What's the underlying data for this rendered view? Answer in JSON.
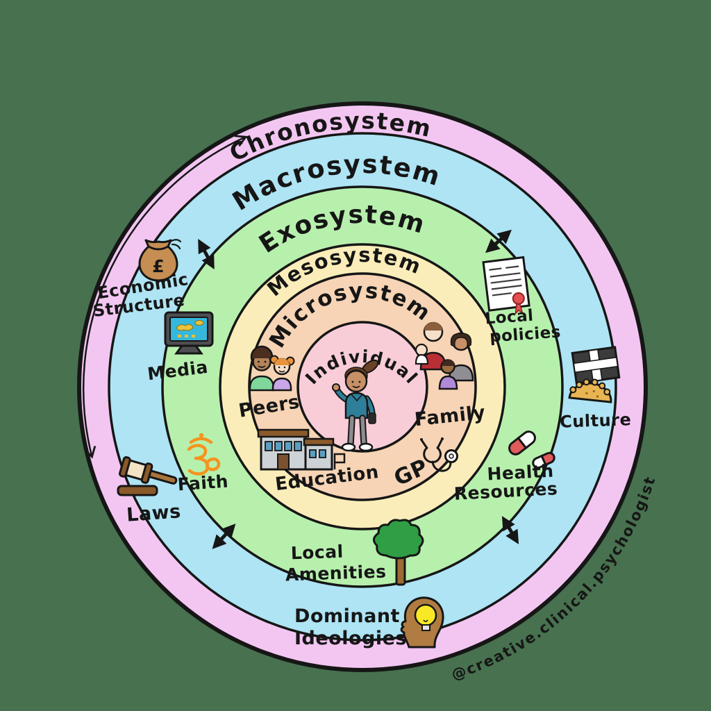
{
  "background_color": "#47714F",
  "outline_color": "#161616",
  "rings": [
    {
      "name": "chronosystem",
      "label": "Chronosystem",
      "color": "#F3C6F2"
    },
    {
      "name": "macrosystem",
      "label": "Macrosystem",
      "color": "#AEE4F4"
    },
    {
      "name": "exosystem",
      "label": "Exosystem",
      "color": "#B7F0AD"
    },
    {
      "name": "mesosystem",
      "label": "Mesosystem",
      "color": "#FAEDB9"
    },
    {
      "name": "microsystem",
      "label": "Microsystem",
      "color": "#F6D4B5"
    },
    {
      "name": "individual",
      "label": "Individual",
      "color": "#F8CDD8"
    }
  ],
  "macrosystem_items": [
    {
      "label": "Economic Structure",
      "lines": [
        "Economic",
        "Structure"
      ],
      "icon": "money-bag-icon"
    },
    {
      "label": "Culture",
      "lines": [
        "Culture"
      ],
      "icon": "cornish-flag-icon"
    },
    {
      "label": "Laws",
      "lines": [
        "Laws"
      ],
      "icon": "gavel-icon"
    },
    {
      "label": "Dominant Ideologies",
      "lines": [
        "Dominant",
        "Ideologies"
      ],
      "icon": "head-lightbulb-icon"
    }
  ],
  "exosystem_items": [
    {
      "label": "Media",
      "lines": [
        "Media"
      ],
      "icon": "tv-icon"
    },
    {
      "label": "Local policies",
      "lines": [
        "Local",
        "policies"
      ],
      "icon": "certificate-icon"
    },
    {
      "label": "Faith",
      "lines": [
        "Faith"
      ],
      "icon": "om-icon"
    },
    {
      "label": "Health Resources",
      "lines": [
        "Health",
        "Resources"
      ],
      "icon": "pills-icon"
    },
    {
      "label": "Local Amenities",
      "lines": [
        "Local",
        "Amenities"
      ],
      "icon": "tree-icon"
    }
  ],
  "microsystem_items": [
    {
      "label": "Peers",
      "lines": [
        "Peers"
      ],
      "icon": "peers-icon"
    },
    {
      "label": "Family",
      "lines": [
        "Family"
      ],
      "icon": "family-icon"
    },
    {
      "label": "Education",
      "lines": [
        "Education"
      ],
      "icon": "school-icon"
    },
    {
      "label": "GP",
      "lines": [
        "GP"
      ],
      "icon": "stethoscope-icon"
    }
  ],
  "individual_item": {
    "icon": "person-icon"
  },
  "money_bag_symbol": "£",
  "arrows": {
    "time_arrow": true,
    "exchange_arrows": 4
  },
  "signature": "@creative.clinical.psychologist"
}
